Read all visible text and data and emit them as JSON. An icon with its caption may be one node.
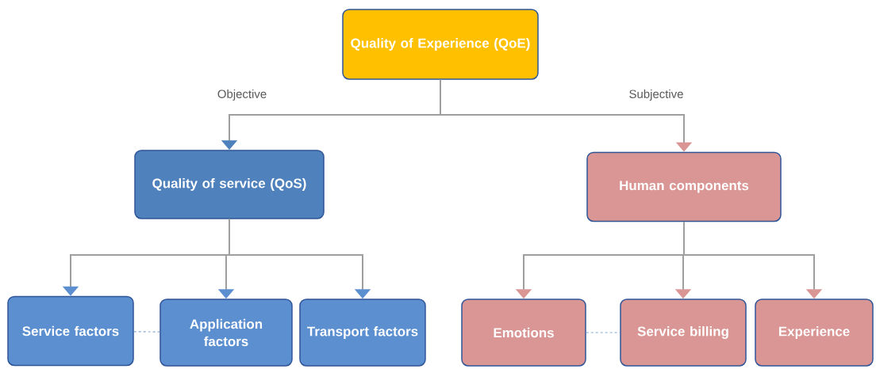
{
  "diagram": {
    "nodes": [
      {
        "text": [
          "Quality of Experience (QoE)"
        ]
      },
      {
        "text": [
          "Quality of service (QoS)"
        ]
      },
      {
        "text": [
          "Human components"
        ]
      },
      {
        "text": [
          "Service factors"
        ]
      },
      {
        "text": [
          "Application factors"
        ]
      },
      {
        "text": [
          "Transport factors"
        ]
      },
      {
        "text": [
          "Emotions"
        ]
      },
      {
        "text": [
          "Service billing"
        ]
      },
      {
        "text": [
          "Experience"
        ]
      }
    ],
    "edges": [
      {
        "from": 0,
        "to": 1,
        "arrow": "to",
        "label": "Objective"
      },
      {
        "from": 0,
        "to": 2,
        "arrow": "to",
        "label": "Subjective"
      },
      {
        "from": 1,
        "to": 3,
        "arrow": "to"
      },
      {
        "from": 1,
        "to": 4,
        "arrow": "to"
      },
      {
        "from": 1,
        "to": 5,
        "arrow": "to"
      },
      {
        "from": 2,
        "to": 6,
        "arrow": "to"
      },
      {
        "from": 2,
        "to": 7,
        "arrow": "to"
      },
      {
        "from": 2,
        "to": 8,
        "arrow": "to"
      },
      {
        "from": 3,
        "to": 4,
        "arrow": "none",
        "style": "dashed"
      },
      {
        "from": 6,
        "to": 7,
        "arrow": "none",
        "style": "dashed"
      }
    ]
  }
}
